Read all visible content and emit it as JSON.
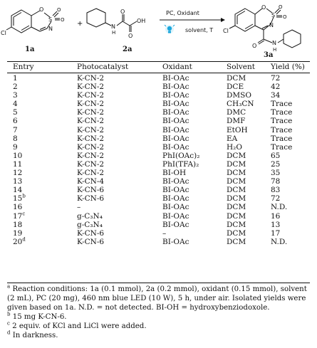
{
  "scheme": {
    "reactant1_label": "1a",
    "reactant2_label": "2a",
    "product_label": "3a",
    "plus": "+",
    "conditions_top": "PC, Oxidant",
    "conditions_bottom": "solvent, T",
    "atoms": {
      "cl": "Cl",
      "o": "O",
      "s": "S",
      "n": "N",
      "nh": "N",
      "h": "H",
      "oh": "OH"
    }
  },
  "table": {
    "headers": [
      "Entry",
      "Photocatalyst",
      "Oxidant",
      "Solvent",
      "Yield (%)"
    ],
    "rows": [
      {
        "entry": "1",
        "sup": "",
        "cat": "K-CN-2",
        "ox": "BI-OAc",
        "sol": "DCM",
        "yield": "72"
      },
      {
        "entry": "2",
        "sup": "",
        "cat": "K-CN-2",
        "ox": "BI-OAc",
        "sol": "DCE",
        "yield": "42"
      },
      {
        "entry": "3",
        "sup": "",
        "cat": "K-CN-2",
        "ox": "BI-OAc",
        "sol": "DMSO",
        "yield": "34"
      },
      {
        "entry": "4",
        "sup": "",
        "cat": "K-CN-2",
        "ox": "BI-OAc",
        "sol": "CH₃CN",
        "yield": "Trace"
      },
      {
        "entry": "5",
        "sup": "",
        "cat": "K-CN-2",
        "ox": "BI-OAc",
        "sol": "DMC",
        "yield": "Trace"
      },
      {
        "entry": "6",
        "sup": "",
        "cat": "K-CN-2",
        "ox": "BI-OAc",
        "sol": "DMF",
        "yield": "Trace"
      },
      {
        "entry": "7",
        "sup": "",
        "cat": "K-CN-2",
        "ox": "BI-OAc",
        "sol": "EtOH",
        "yield": "Trace"
      },
      {
        "entry": "8",
        "sup": "",
        "cat": "K-CN-2",
        "ox": "BI-OAc",
        "sol": "EA",
        "yield": "Trace"
      },
      {
        "entry": "9",
        "sup": "",
        "cat": "K-CN-2",
        "ox": "BI-OAc",
        "sol": "H₂O",
        "yield": "Trace"
      },
      {
        "entry": "10",
        "sup": "",
        "cat": "K-CN-2",
        "ox": "PhI(OAc)₂",
        "sol": "DCM",
        "yield": "65"
      },
      {
        "entry": "11",
        "sup": "",
        "cat": "K-CN-2",
        "ox": "PhI(TFA)₂",
        "sol": "DCM",
        "yield": "25"
      },
      {
        "entry": "12",
        "sup": "",
        "cat": "K-CN-2",
        "ox": "BI-OH",
        "sol": "DCM",
        "yield": "35"
      },
      {
        "entry": "13",
        "sup": "",
        "cat": "K-CN-4",
        "ox": "BI-OAc",
        "sol": "DCM",
        "yield": "78"
      },
      {
        "entry": "14",
        "sup": "",
        "cat": "K-CN-6",
        "ox": "BI-OAc",
        "sol": "DCM",
        "yield": "83"
      },
      {
        "entry": "15",
        "sup": "b",
        "cat": "K-CN-6",
        "ox": "BI-OAc",
        "sol": "DCM",
        "yield": "72"
      },
      {
        "entry": "16",
        "sup": "",
        "cat": "–",
        "ox": "BI-OAc",
        "sol": "DCM",
        "yield": "N.D."
      },
      {
        "entry": "17",
        "sup": "c",
        "cat": "g-C₃N₄",
        "ox": "BI-OAc",
        "sol": "DCM",
        "yield": "16"
      },
      {
        "entry": "18",
        "sup": "",
        "cat": "g-C₃N₄",
        "ox": "BI-OAc",
        "sol": "DCM",
        "yield": "13"
      },
      {
        "entry": "19",
        "sup": "",
        "cat": "K-CN-6",
        "ox": "–",
        "sol": "DCM",
        "yield": "17"
      },
      {
        "entry": "20",
        "sup": "d",
        "cat": "K-CN-6",
        "ox": "BI-OAc",
        "sol": "DCM",
        "yield": "N.D."
      }
    ]
  },
  "footnotes": {
    "a_mark": "a",
    "a_text": "Reaction conditions: 1a (0.1 mmol), 2a (0.2 mmol), oxidant (0.15 mmol), solvent (2 mL), PC (20 mg), 460 nm blue LED (10 W), 5 h, under air. Isolated yields were given based on 1a. N.D. = not detected. BI-OH = hydroxybenziodoxole.",
    "b_mark": "b",
    "b_text": "15 mg K-CN-6.",
    "c_mark": "c",
    "c_text": "2 equiv. of KCl and LiCl were added.",
    "d_mark": "d",
    "d_text": "In darkness."
  }
}
